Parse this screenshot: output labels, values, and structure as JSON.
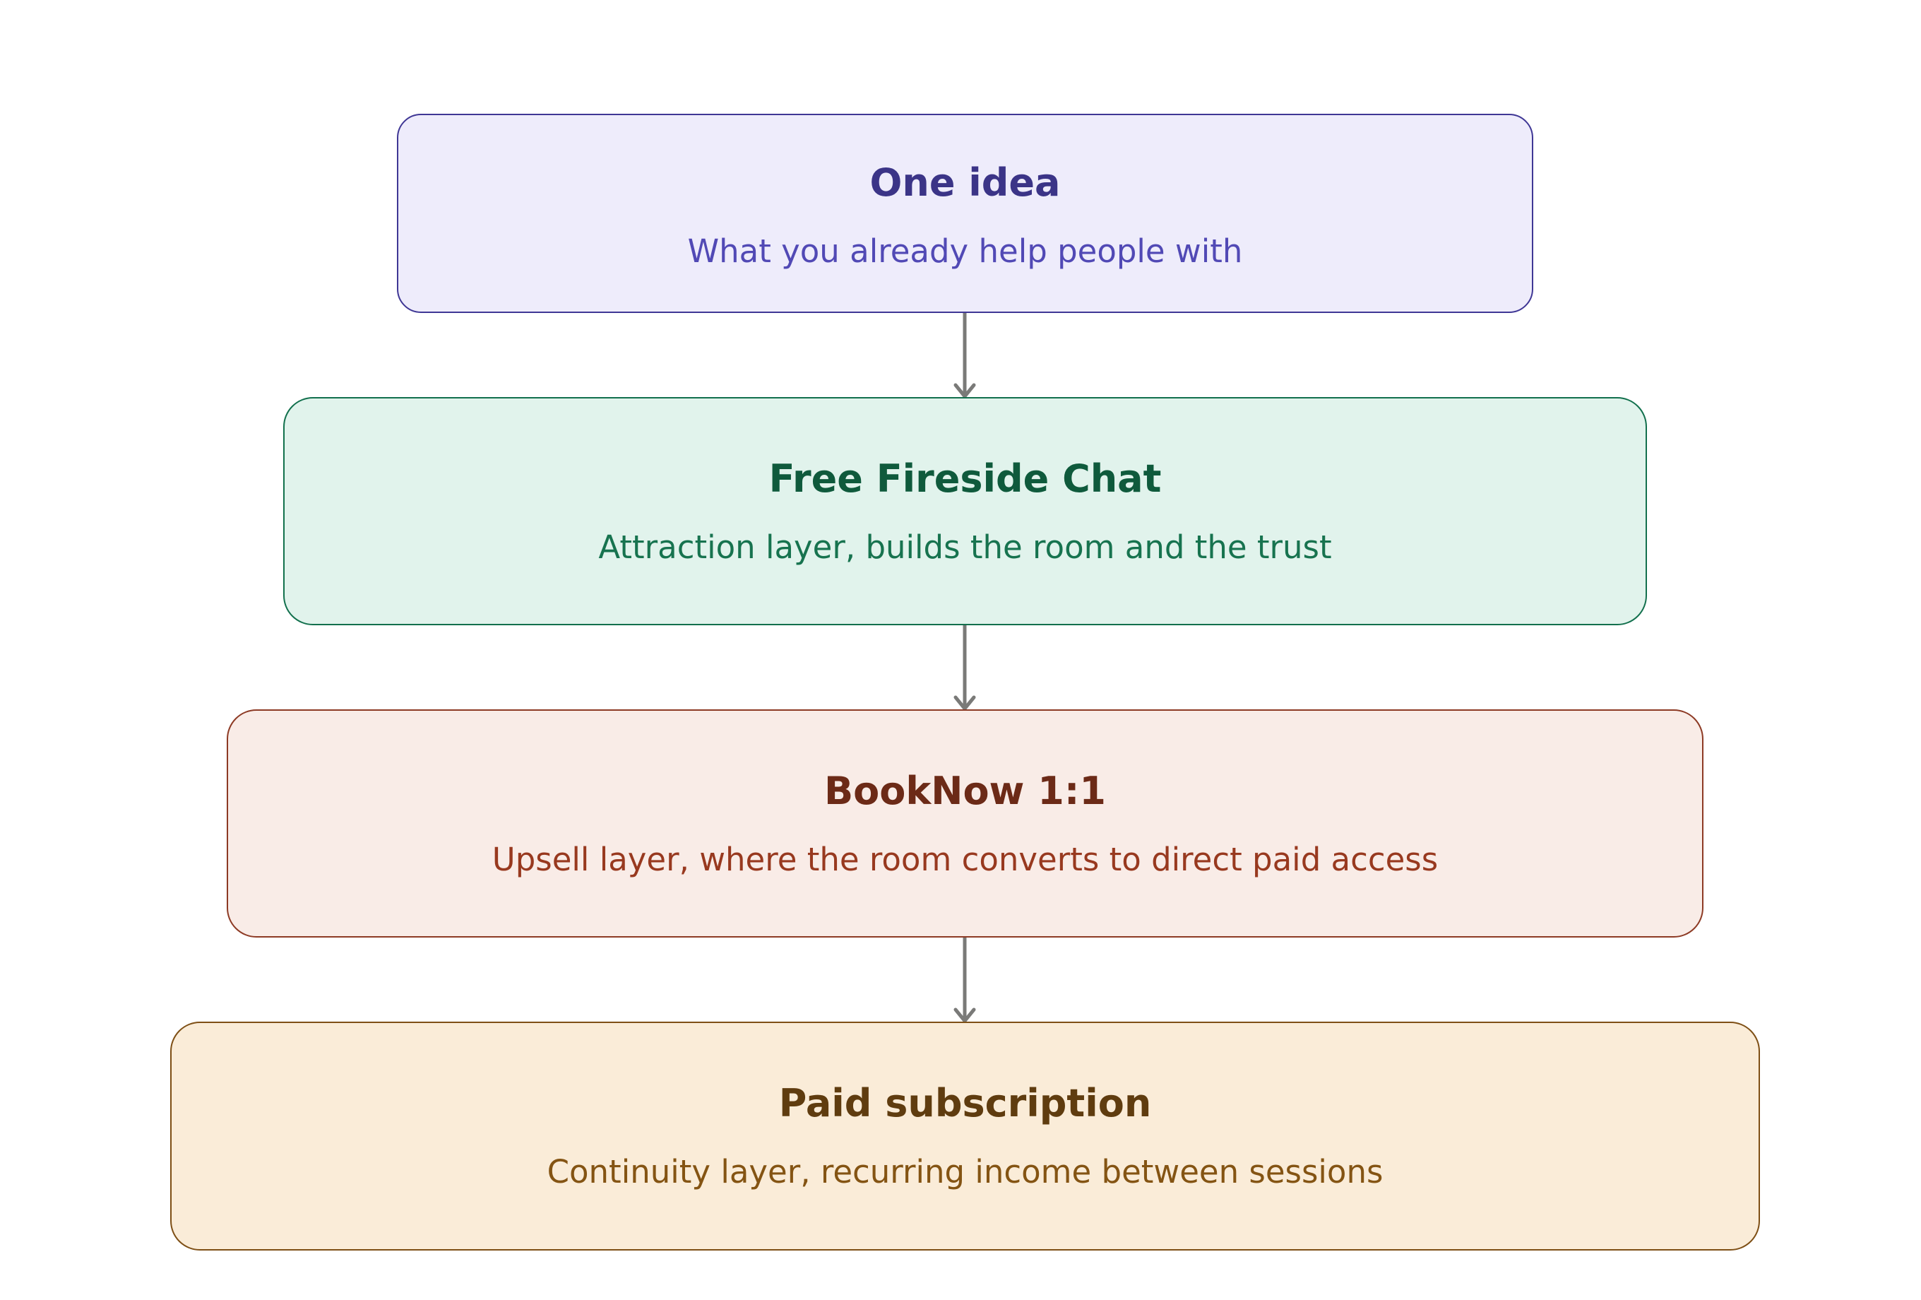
{
  "diagram": {
    "nodes": [
      {
        "title": "One idea",
        "subtitle": "What you already help people with",
        "colors": {
          "fill": "#eeecfb",
          "border": "#3f3795",
          "title": "#3b3487",
          "subtitle": "#5149b5"
        }
      },
      {
        "title": "Free Fireside Chat",
        "subtitle": "Attraction layer, builds the room and the trust",
        "colors": {
          "fill": "#e1f3ec",
          "border": "#12704d",
          "title": "#0f5a3c",
          "subtitle": "#17734f"
        }
      },
      {
        "title": "BookNow 1:1",
        "subtitle": "Upsell layer, where the room converts to direct paid access",
        "colors": {
          "fill": "#f9ece7",
          "border": "#8d3a24",
          "title": "#6c2a17",
          "subtitle": "#98391f"
        }
      },
      {
        "title": "Paid subscription",
        "subtitle": "Continuity layer, recurring income between sessions",
        "colors": {
          "fill": "#faecd8",
          "border": "#7e4f15",
          "title": "#5f3c0f",
          "subtitle": "#845413"
        }
      }
    ],
    "edges": [
      {
        "from": 0,
        "to": 1
      },
      {
        "from": 1,
        "to": 2
      },
      {
        "from": 2,
        "to": 3
      }
    ],
    "arrow_color": "#7a7a78"
  }
}
